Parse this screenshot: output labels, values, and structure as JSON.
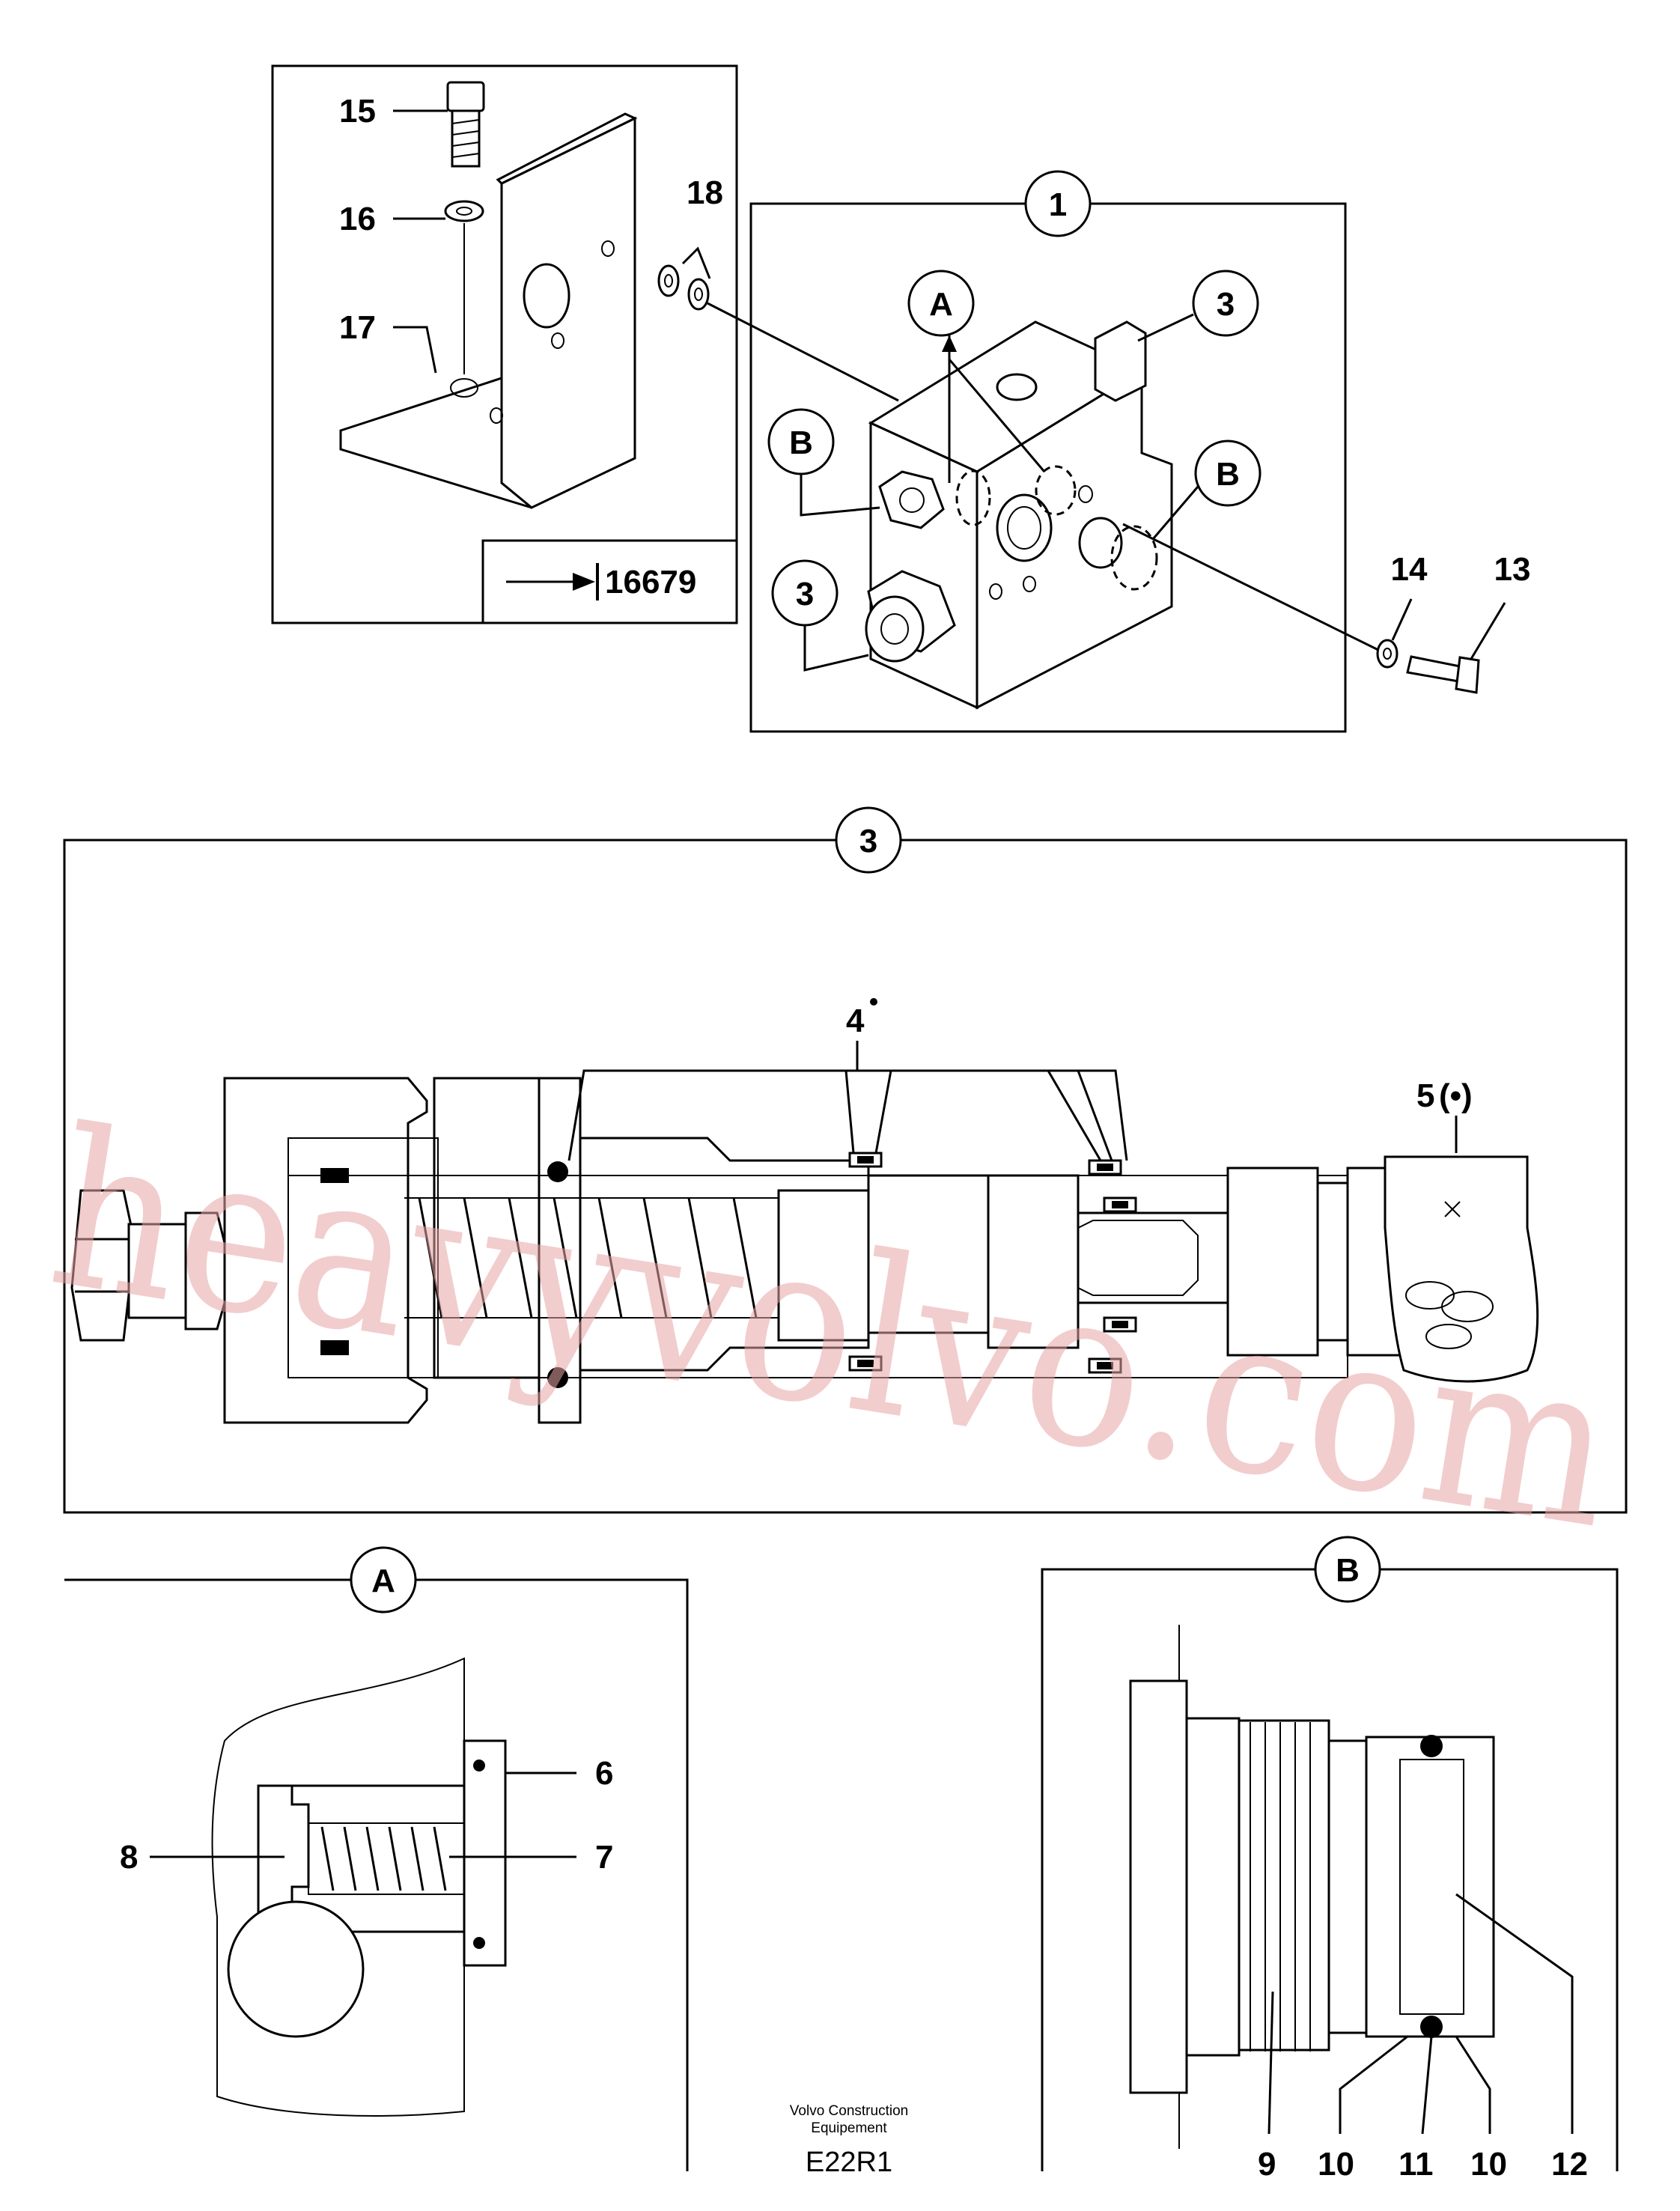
{
  "callouts": {
    "c15": "15",
    "c16": "16",
    "c17": "17",
    "c18": "18",
    "c1": "1",
    "cA1": "A",
    "c3a": "3",
    "cB1": "B",
    "cB2": "B",
    "c3b": "3",
    "c14": "14",
    "c13": "13",
    "c3main": "3",
    "c4": "4",
    "c5": "5",
    "cAdetail": "A",
    "cBdetail": "B",
    "c6": "6",
    "c7": "7",
    "c8": "8",
    "c9": "9",
    "c10a": "10",
    "c11": "11",
    "c10b": "10",
    "c12": "12"
  },
  "reference": {
    "number": "16679"
  },
  "footer": {
    "line1": "Volvo Construction",
    "line2": "Equipement",
    "code": "E22R1"
  },
  "watermark": "heavyvolvo.com"
}
